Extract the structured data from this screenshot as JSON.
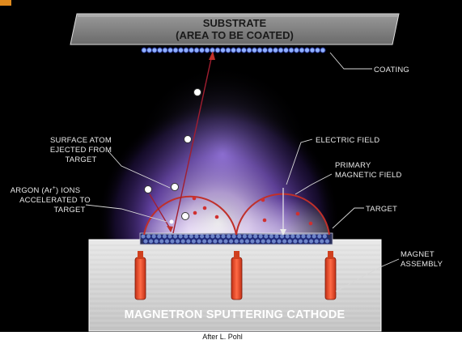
{
  "substrate": {
    "line1": "SUBSTRATE",
    "line2": "(AREA TO BE COATED)"
  },
  "labels": {
    "coating": "COATING",
    "surface_atom": [
      "SURFACE ATOM",
      "EJECTED FROM",
      "TARGET"
    ],
    "argon": [
      "ARGON (Ar+) IONS",
      "ACCELERATED TO",
      "TARGET"
    ],
    "electric_field": "ELECTRIC FIELD",
    "primary_field": [
      "PRIMARY",
      "MAGNETIC FIELD"
    ],
    "target": "TARGET",
    "magnet_assembly": [
      "MAGNET",
      "ASSEMBLY"
    ]
  },
  "cathode_label": "MAGNETRON SPUTTERING CATHODE",
  "caption": "After L. Pohl",
  "colors": {
    "plasma": "#8a5ce0",
    "field_lines": "#c0302a",
    "magnets": "#e84a2a",
    "substrate": "#777777",
    "cathode_block": "#d9d9d9",
    "atoms": "#1e2a80"
  }
}
